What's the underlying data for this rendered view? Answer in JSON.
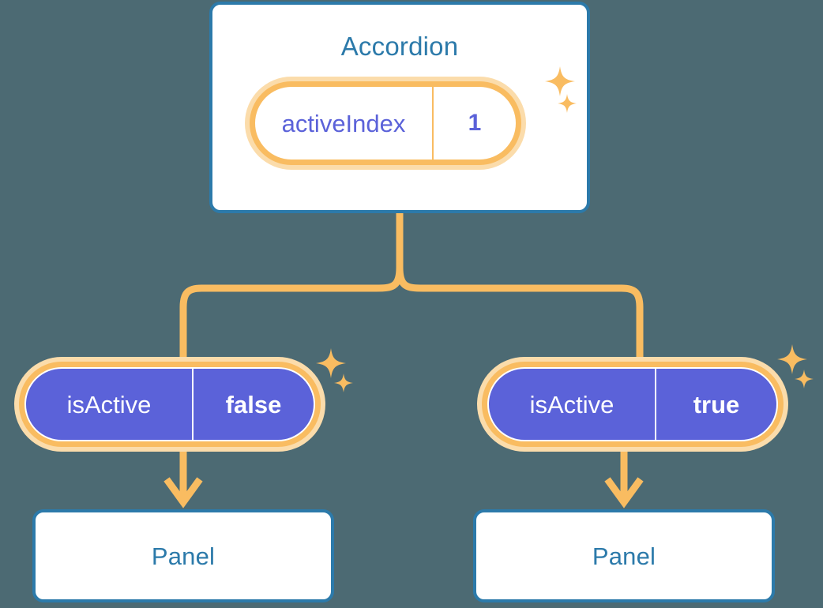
{
  "diagram": {
    "type": "component-state-tree",
    "background_color": "#4c6a73",
    "accent_blue": "#2c7aaa",
    "accent_orange": "#f9bc61",
    "accent_orange_light": "#fbdcab",
    "accent_purple": "#5b62d9",
    "root": {
      "title": "Accordion",
      "state": {
        "key": "activeIndex",
        "value": "1"
      }
    },
    "branches": [
      {
        "state": {
          "key": "isActive",
          "value": "false"
        },
        "child": {
          "title": "Panel"
        }
      },
      {
        "state": {
          "key": "isActive",
          "value": "true"
        },
        "child": {
          "title": "Panel"
        }
      }
    ],
    "icons": {
      "sparkle": "sparkle-icon",
      "arrow": "arrow-down-icon"
    }
  }
}
